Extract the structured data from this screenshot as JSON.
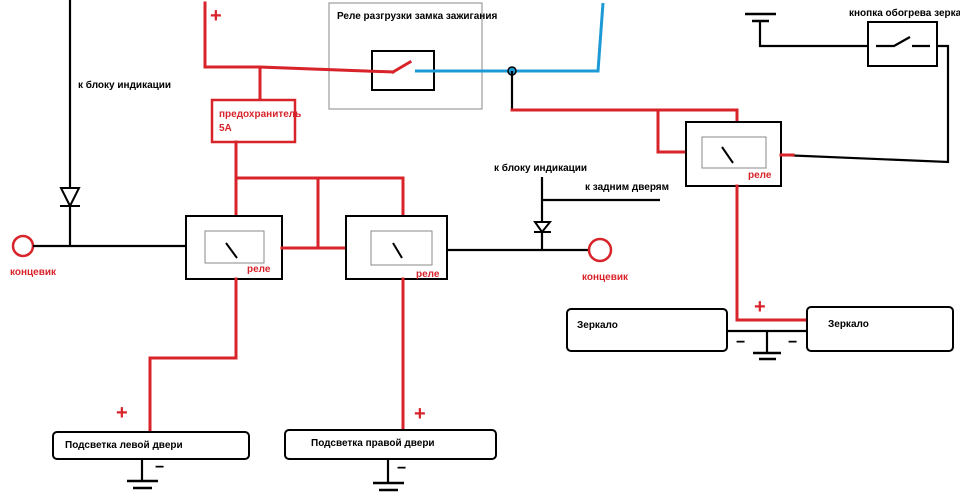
{
  "labels": {
    "ignition_relay": "Реле разгрузки замка зажигания",
    "to_indicator_left": "к блоку индикации",
    "fuse_line1": "предохранитель",
    "fuse_line2": "5А",
    "switch_left": "концевик",
    "relay_left": "реле",
    "relay_middle": "реле",
    "to_indicator_mid": "к блоку индикации",
    "to_rear_doors": "к задним дверям",
    "switch_right": "концевик",
    "mirror_heat_button": "кнопка обогрева зеркал",
    "relay_right": "реле",
    "mirror_left": "Зеркало",
    "mirror_right": "Зеркало",
    "left_door_light": "Подсветка левой двери",
    "right_door_light": "Подсветка правой двери"
  },
  "symbols": {
    "plus": "+",
    "minus": "−"
  },
  "colors": {
    "positive_wire": "#d8232a",
    "signal_wire": "#1c9ad6",
    "ground_wire": "#000000"
  }
}
